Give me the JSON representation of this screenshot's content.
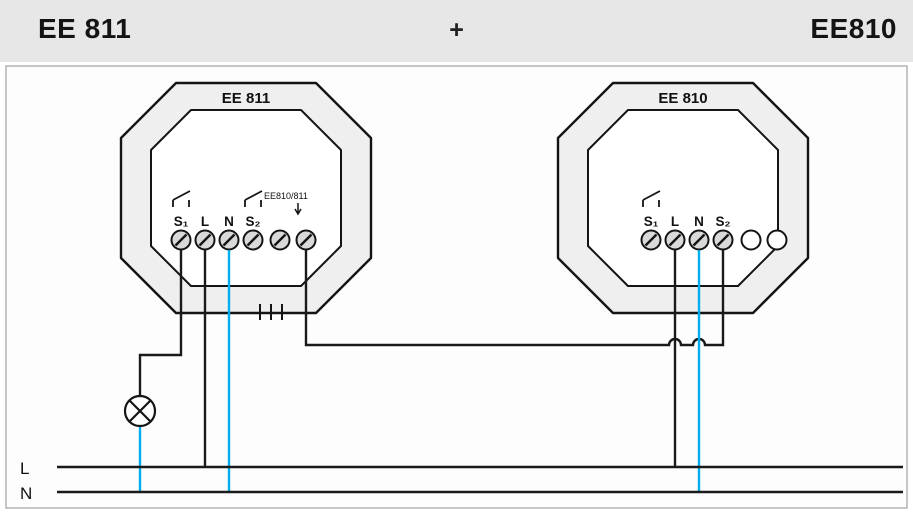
{
  "header": {
    "left_model": "EE 811",
    "plus_sign": "+",
    "right_model": "EE810"
  },
  "devices": {
    "left": {
      "title": "EE 811",
      "terminals": [
        "S₁",
        "L",
        "N",
        "S₂"
      ],
      "note": "EE810/811"
    },
    "right": {
      "title": "EE 810",
      "terminals": [
        "S₁",
        "L",
        "N",
        "S₂"
      ]
    }
  },
  "power_lines": {
    "live_label": "L",
    "neutral_label": "N"
  },
  "icons": {
    "lamp": "lamp-load-icon",
    "switch_contact": "switch-contact-icon"
  },
  "colors": {
    "neutral_wire": "#00ADEF",
    "wire": "#1A1A1A",
    "header_bg": "#E7E7E7",
    "device_fill": "#EFEFEF"
  }
}
